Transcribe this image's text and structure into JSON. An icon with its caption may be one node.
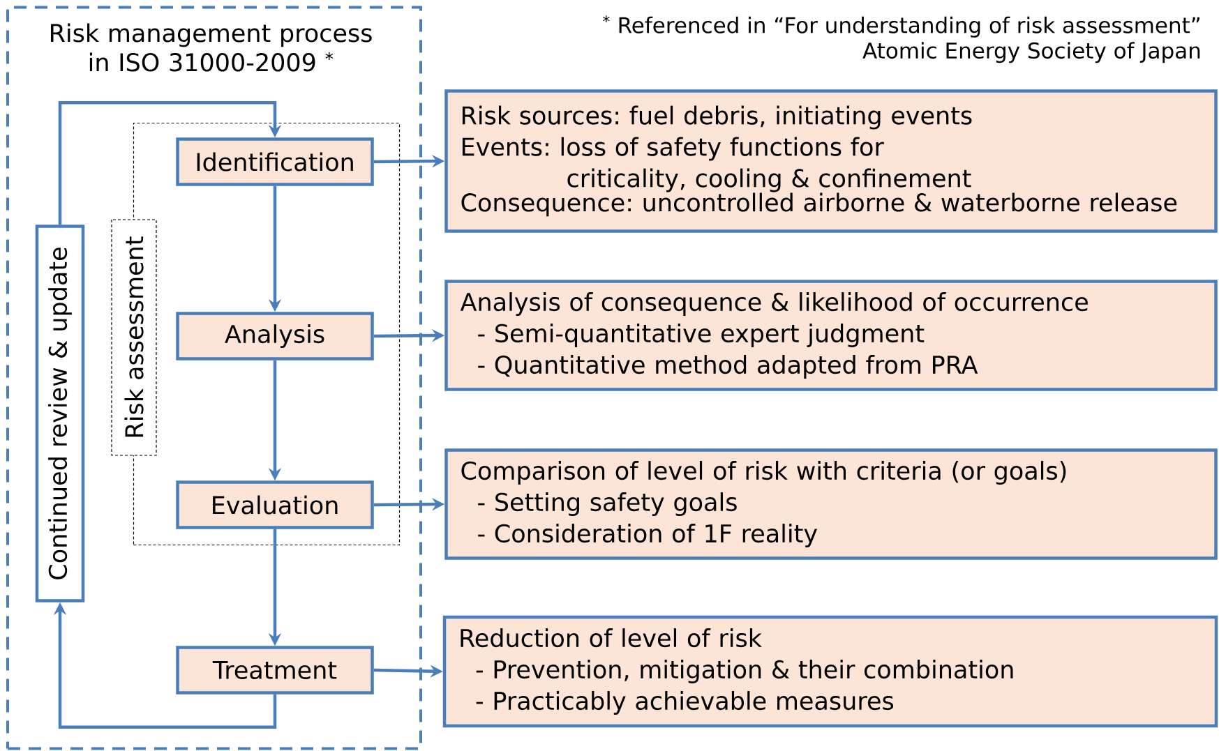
{
  "diagram": {
    "nodes": [
      {
        "text": [
          "Risk management process in ISO 31000-2009 $^{*}$"
        ]
      },
      {
        "text": [
          "Risk assessment"
        ],
        "in": 0
      },
      {
        "text": [
          "Identification"
        ],
        "in": 1
      },
      {
        "text": [
          "Analysis"
        ],
        "in": 1
      },
      {
        "text": [
          "Evaluation"
        ],
        "in": 1
      },
      {
        "text": [
          "Treatment"
        ],
        "in": 0
      },
      {
        "text": [
          "Continued review & update"
        ],
        "in": 0
      },
      {
        "text": [
          "Risk sources: fuel debris, initiating events",
          "Events: loss of safety functions for criticality, cooling & confinement",
          "Consequence: uncontrolled airborne & waterborne release"
        ]
      },
      {
        "text": [
          "Analysis of consequence & likelihood of occurrence",
          "- Semi-quantitative expert judgment",
          "- Quantitative method adapted from PRA"
        ]
      },
      {
        "text": [
          "Comparison of level of risk with criteria (or goals)",
          "- Setting safety goals",
          "- Consideration of 1F reality"
        ]
      },
      {
        "text": [
          "Reduction of level of risk",
          "- Prevention, mitigation & their combination",
          "- Practicably achievable measures"
        ]
      }
    ],
    "edges": [
      {
        "from": 2,
        "to": 3,
        "arrow": "to"
      },
      {
        "from": 3,
        "to": 4,
        "arrow": "to"
      },
      {
        "from": 4,
        "to": 5,
        "arrow": "to"
      },
      {
        "from": 5,
        "to": 6,
        "arrow": "to"
      },
      {
        "from": 6,
        "to": 2,
        "arrow": "to"
      },
      {
        "from": 2,
        "to": 7,
        "arrow": "to"
      },
      {
        "from": 3,
        "to": 8,
        "arrow": "to"
      },
      {
        "from": 4,
        "to": 9,
        "arrow": "to"
      },
      {
        "from": 5,
        "to": 10,
        "arrow": "to"
      }
    ],
    "labels": [
      "$^{*}$ Referenced in “For understanding of risk assessment”",
      "Atomic Energy Society of Japan"
    ]
  }
}
